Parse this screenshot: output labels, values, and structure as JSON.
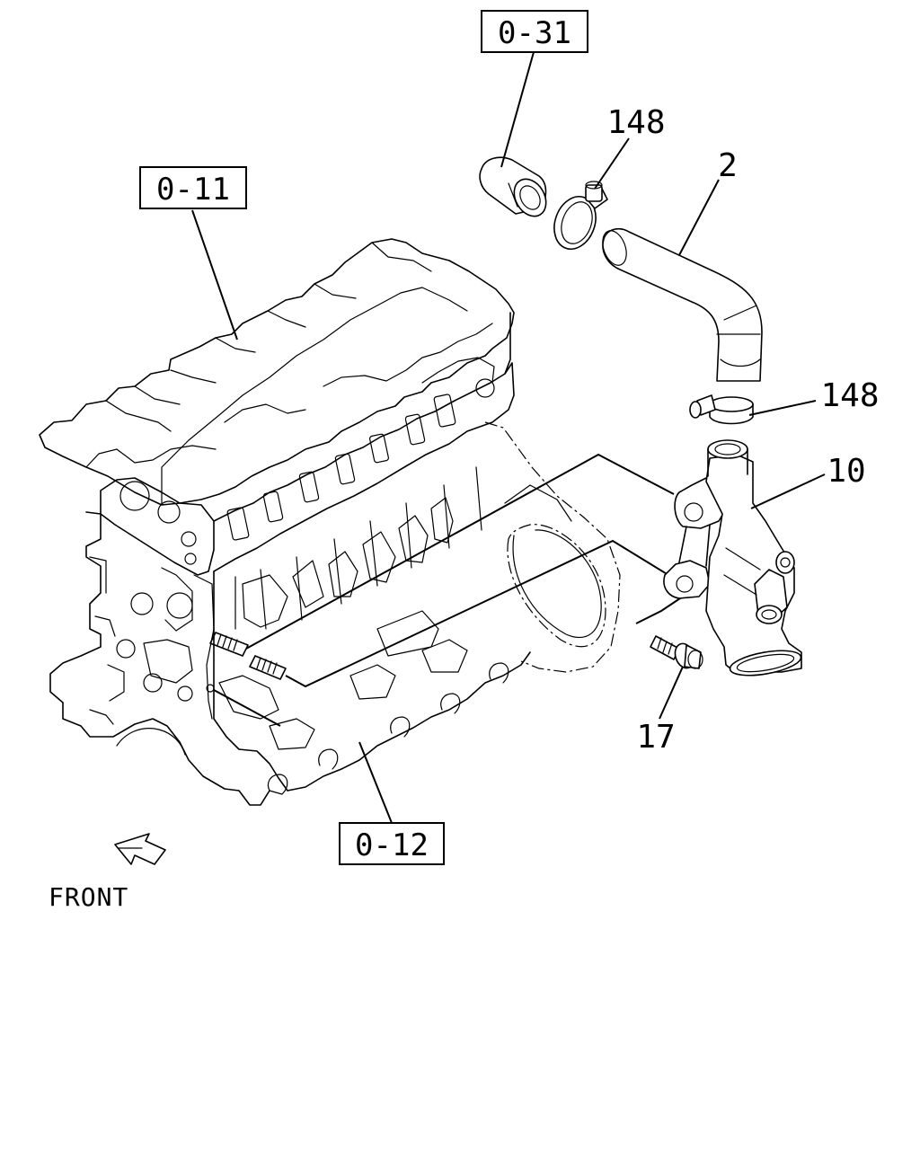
{
  "diagram": {
    "refs": {
      "ref_031": "0-31",
      "ref_011": "0-11",
      "ref_012": "0-12"
    },
    "callouts": {
      "hose_clamp_top": "148",
      "hose": "2",
      "hose_clamp_bottom": "148",
      "water_outlet": "10",
      "bolt": "17"
    },
    "front_label": "FRONT"
  }
}
